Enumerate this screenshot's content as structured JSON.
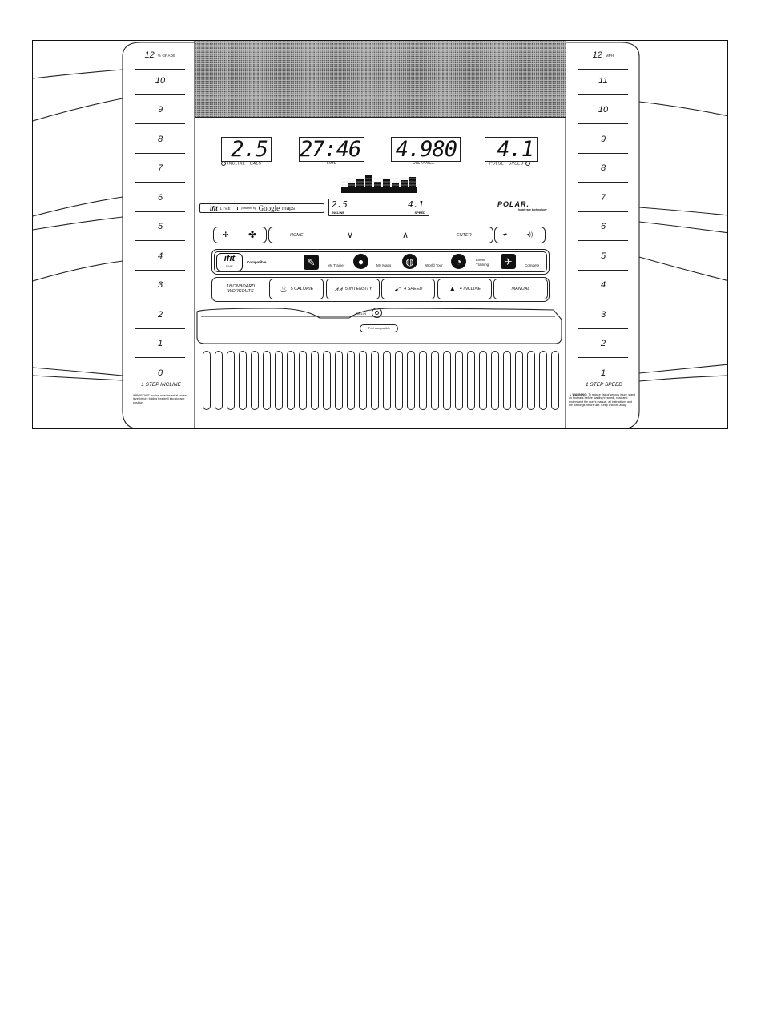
{
  "incline_keys": {
    "top_label": "12",
    "top_unit": "% GRADE",
    "values": [
      "10",
      "9",
      "8",
      "7",
      "6",
      "5",
      "4",
      "3",
      "2",
      "1",
      "0"
    ],
    "step_label": "1 STEP INCLINE"
  },
  "speed_keys": {
    "top_label": "12",
    "top_unit": "MPH",
    "values": [
      "11",
      "10",
      "9",
      "8",
      "7",
      "6",
      "5",
      "4",
      "3",
      "2",
      "1"
    ],
    "step_label": "1 STEP SPEED"
  },
  "notes": {
    "important": "IMPORTANT: Incline must be set at lowest level before folding treadmill into storage position.",
    "warning_title": "▲ WARNING:",
    "warning_body": "To reduce risk of serious injury, stand on foot rails before starting treadmill, read and understand the user's manual, all instructions and the warnings before use. Keep children away."
  },
  "displays": [
    {
      "value": "2.5",
      "label_left": "INCLINE",
      "label_right": "CALS"
    },
    {
      "value": "27:46",
      "label": "TIME"
    },
    {
      "value": "4.980",
      "label": "DISTANCE"
    },
    {
      "value": "4.1",
      "label_left": "PULSE",
      "label_right": "SPEED"
    }
  ],
  "ifit_bar": {
    "brand": "ifit",
    "live": "LIVE",
    "powered": "powered by",
    "google": "Google",
    "maps": "maps"
  },
  "mini_display": {
    "incline_value": "2.5",
    "incline_label": "INCLINE",
    "speed_value": "4.1",
    "speed_label": "SPEED"
  },
  "polar": {
    "brand": "POLAR.",
    "tagline": "heart rate technology"
  },
  "nav": {
    "home": "HOME",
    "enter": "ENTER",
    "down": "∨",
    "up": "∧"
  },
  "ifit_row": {
    "brand": "ifit",
    "live": "LIVE",
    "compatible": "Compatible",
    "features": [
      "My Trainer",
      "My Maps",
      "World Tour",
      "Event Training",
      "Compete"
    ]
  },
  "workouts": {
    "onboard": "18 ONBOARD WORKOUTS",
    "buttons": [
      "5 CALORIE",
      "5 INTENSITY",
      "4 SPEED",
      "4 INCLINE",
      "MANUAL"
    ]
  },
  "mp3_label": "MP3 IN",
  "ipod_label": "iPod compatible"
}
